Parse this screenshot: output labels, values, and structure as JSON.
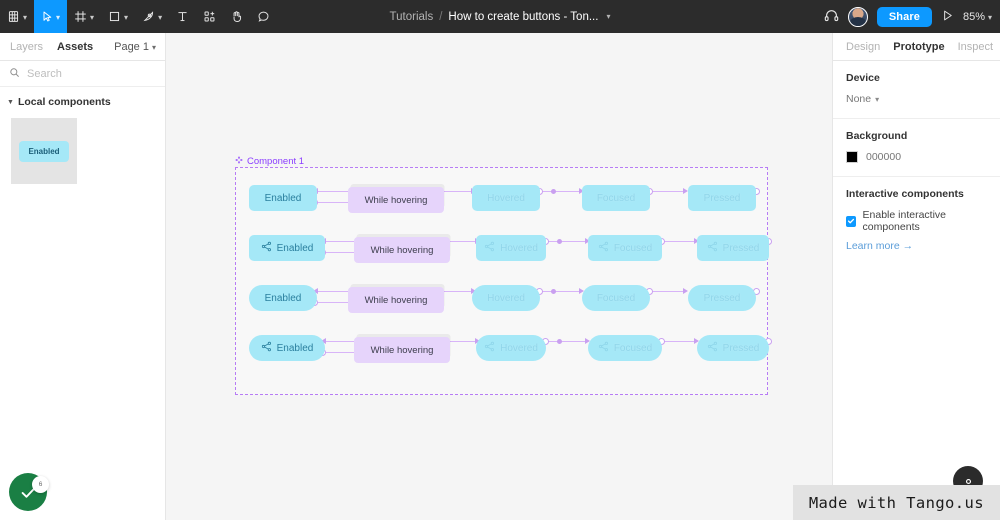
{
  "toolbar": {
    "tools": [
      {
        "name": "figma-menu-icon",
        "label": "",
        "has_chevron": true,
        "active": false
      },
      {
        "name": "move-tool-icon",
        "label": "",
        "has_chevron": true,
        "active": true
      },
      {
        "name": "frame-tool-icon",
        "label": "",
        "has_chevron": true,
        "active": false
      },
      {
        "name": "shape-tool-icon",
        "label": "",
        "has_chevron": true,
        "active": false
      },
      {
        "name": "pen-tool-icon",
        "label": "",
        "has_chevron": true,
        "active": false
      },
      {
        "name": "text-tool-icon",
        "label": "",
        "has_chevron": false,
        "active": false
      },
      {
        "name": "resources-tool-icon",
        "label": "",
        "has_chevron": false,
        "active": false
      },
      {
        "name": "hand-tool-icon",
        "label": "",
        "has_chevron": false,
        "active": false
      },
      {
        "name": "comment-tool-icon",
        "label": "",
        "has_chevron": false,
        "active": false
      }
    ],
    "breadcrumb_parent": "Tutorials",
    "breadcrumb_sep": "/",
    "breadcrumb_title": "How to create buttons - Ton...",
    "share_label": "Share",
    "zoom_level": "85%",
    "accent_color": "#0d99ff"
  },
  "left_panel": {
    "tabs": [
      {
        "label": "Layers",
        "active": false
      },
      {
        "label": "Assets",
        "active": true
      }
    ],
    "page_selector": "Page 1",
    "search_placeholder": "Search",
    "search_value": "",
    "section_title": "Local components",
    "component_chip_label": "Enabled"
  },
  "canvas": {
    "component_label": "Component 1",
    "rows": [
      {
        "shape": "sq",
        "icon": false,
        "connector_label": "While hovering",
        "states": [
          "Enabled",
          "Hovered",
          "Focused",
          "Pressed"
        ]
      },
      {
        "shape": "sq",
        "icon": true,
        "connector_label": "While hovering",
        "states": [
          "Enabled",
          "Hovered",
          "Focused",
          "Pressed"
        ]
      },
      {
        "shape": "pill",
        "icon": false,
        "connector_label": "While hovering",
        "states": [
          "Enabled",
          "Hovered",
          "Focused",
          "Pressed"
        ]
      },
      {
        "shape": "pill",
        "icon": true,
        "connector_label": "While hovering",
        "states": [
          "Enabled",
          "Hovered",
          "Focused",
          "Pressed"
        ]
      }
    ],
    "chip_color": "#a5e8f7",
    "connector_color": "#d8b4f8"
  },
  "right_panel": {
    "tabs": [
      {
        "label": "Design",
        "active": false
      },
      {
        "label": "Prototype",
        "active": true
      },
      {
        "label": "Inspect",
        "active": false
      }
    ],
    "device_title": "Device",
    "device_value": "None",
    "background_title": "Background",
    "background_hex": "000000",
    "interactive_title": "Interactive components",
    "interactive_checkbox_label": "Enable interactive components",
    "interactive_checked": true,
    "learn_more": "Learn more →"
  },
  "overlays": {
    "tango_badge_count": "6",
    "watermark": "Made with Tango.us"
  }
}
